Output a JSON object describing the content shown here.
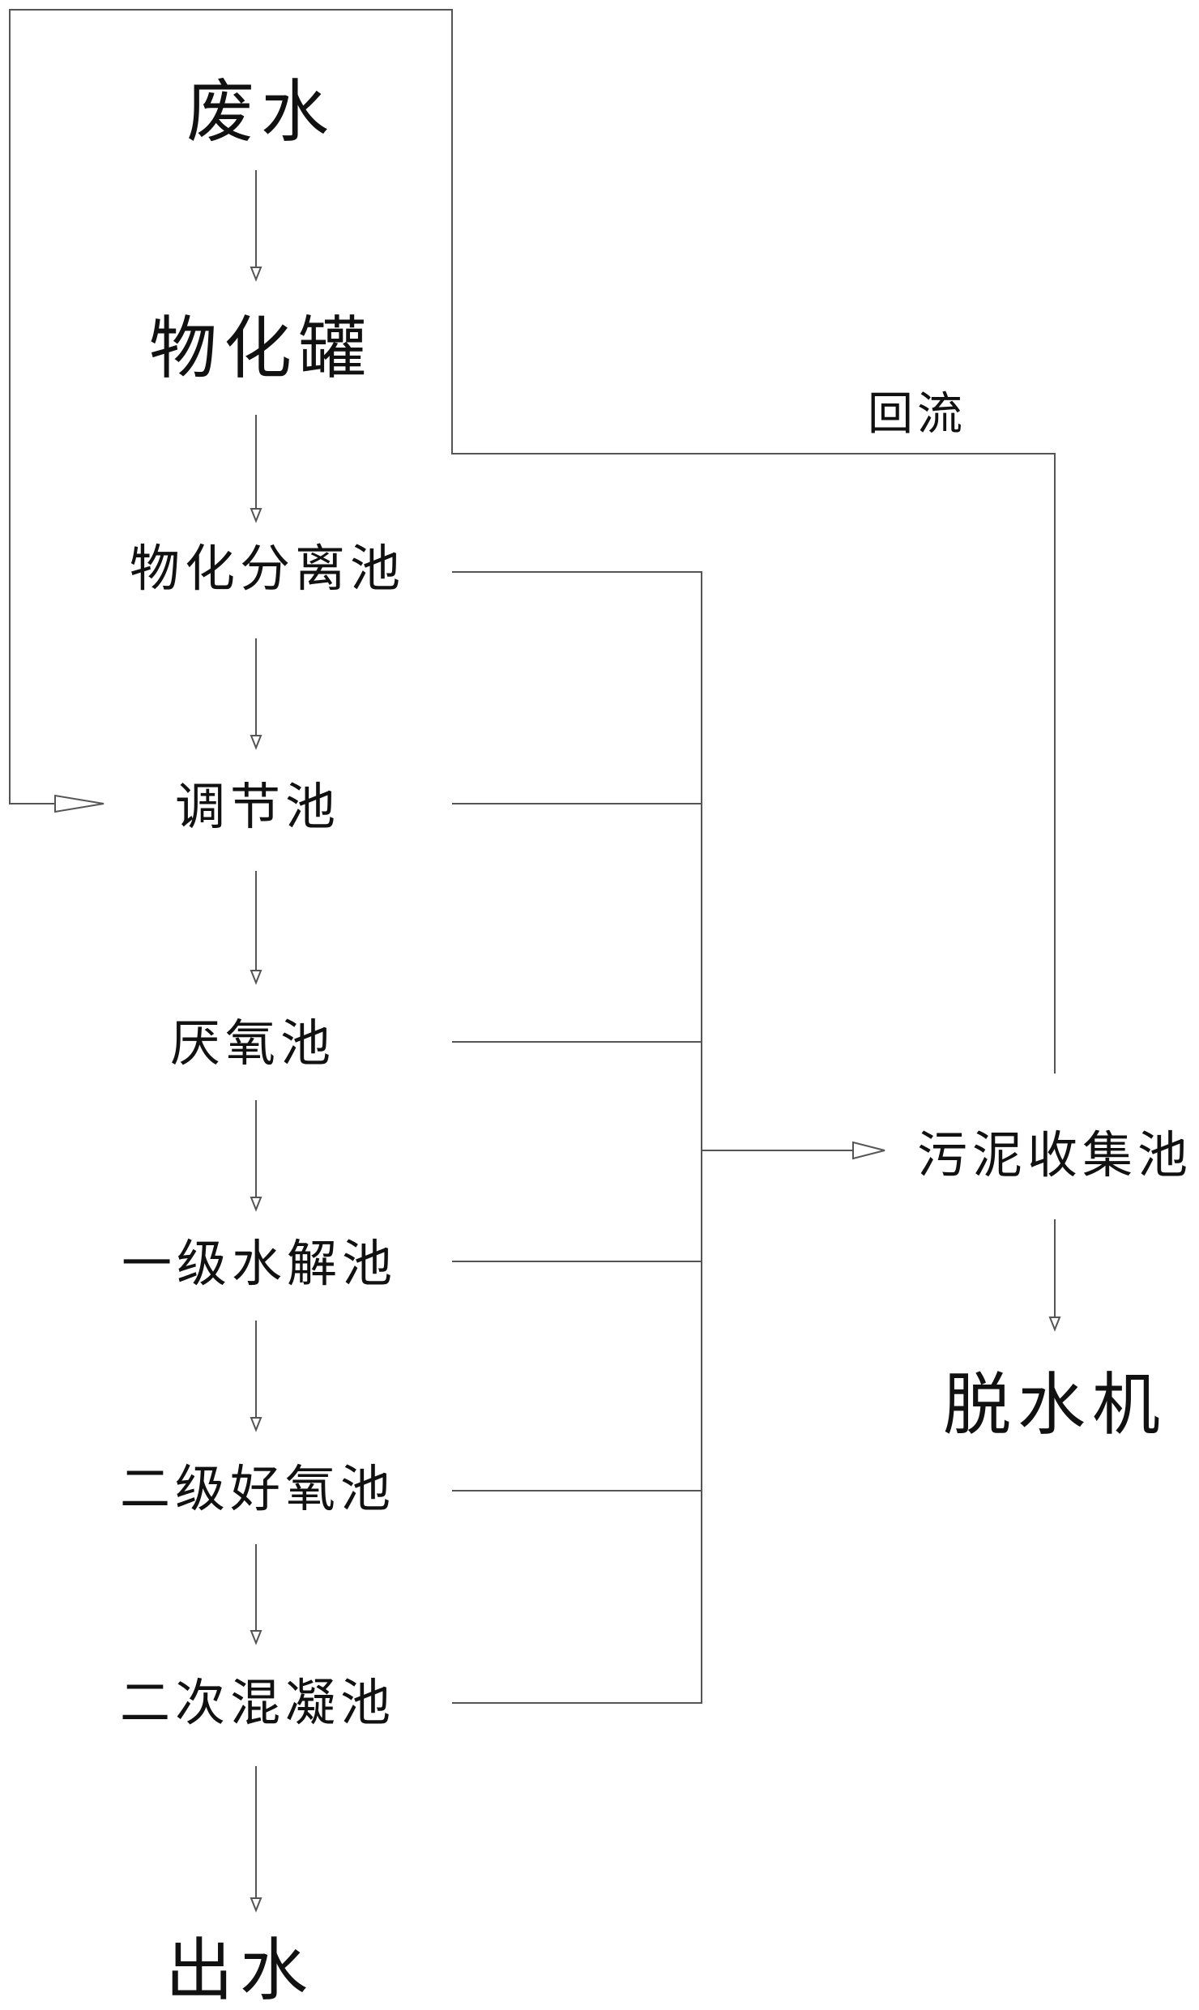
{
  "nodes": {
    "wastewater": "废水",
    "physchem_tank": "物化罐",
    "physchem_separation": "物化分离池",
    "equalization": "调节池",
    "anaerobic": "厌氧池",
    "hydrolysis_1": "一级水解池",
    "aerobic_2": "二级好氧池",
    "coagulation_2": "二次混凝池",
    "effluent": "出水",
    "sludge_collection": "污泥收集池",
    "dewatering": "脱水机"
  },
  "labels": {
    "reflux": "回流"
  },
  "colors": {
    "line": "#555555",
    "text": "#111111",
    "background": "#ffffff"
  }
}
